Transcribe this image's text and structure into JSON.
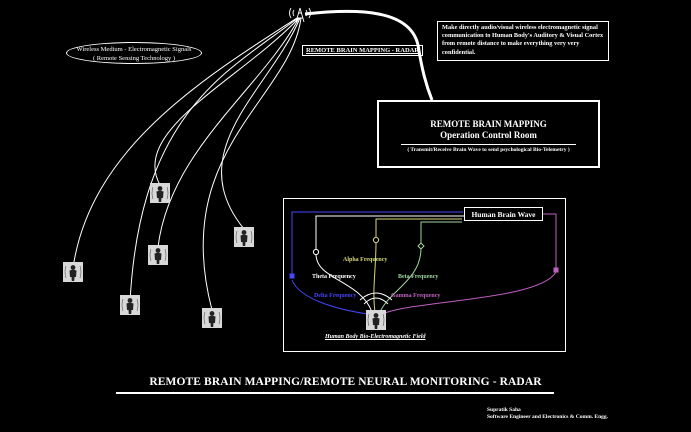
{
  "radar_label": "REMOTE BRAIN MAPPING - RADAR",
  "wireless_medium": {
    "line1": "Wireless Medium - Electromagnetic Signals",
    "line2": "( Remote Sensing Technology )"
  },
  "description": "Make directly audio/visual wireless electromagnetic signal communication to Human Body's Auditory & Visual Cortex from remote distance to make everything very very confidential.",
  "control_room": {
    "title_line1": "REMOTE BRAIN MAPPING",
    "title_line2": "Operation Control Room",
    "subtitle": "( Transmit/Receive Brain Wave to send psychological Bio-Telemetry )"
  },
  "brain_wave": {
    "title": "Human Brain Wave",
    "frequencies": {
      "theta": "Theta Frequency",
      "alpha": "Alpha Frequency",
      "beta": "Beta Frequency",
      "delta": "Delta Frequency",
      "gamma": "Gamma Frequency"
    },
    "colors": {
      "theta": "#ffffff",
      "alpha": "#d8d87a",
      "beta": "#9fd59f",
      "delta": "#4646ff",
      "gamma": "#c060c0"
    },
    "field_label": "Human Body Bio-Electromagnetic Field"
  },
  "main_title": "REMOTE BRAIN MAPPING/REMOTE NEURAL MONITORING - RADAR",
  "author": {
    "name": "Supratik Saha",
    "role": "Software Engineer and Electronics & Comm. Engg."
  }
}
